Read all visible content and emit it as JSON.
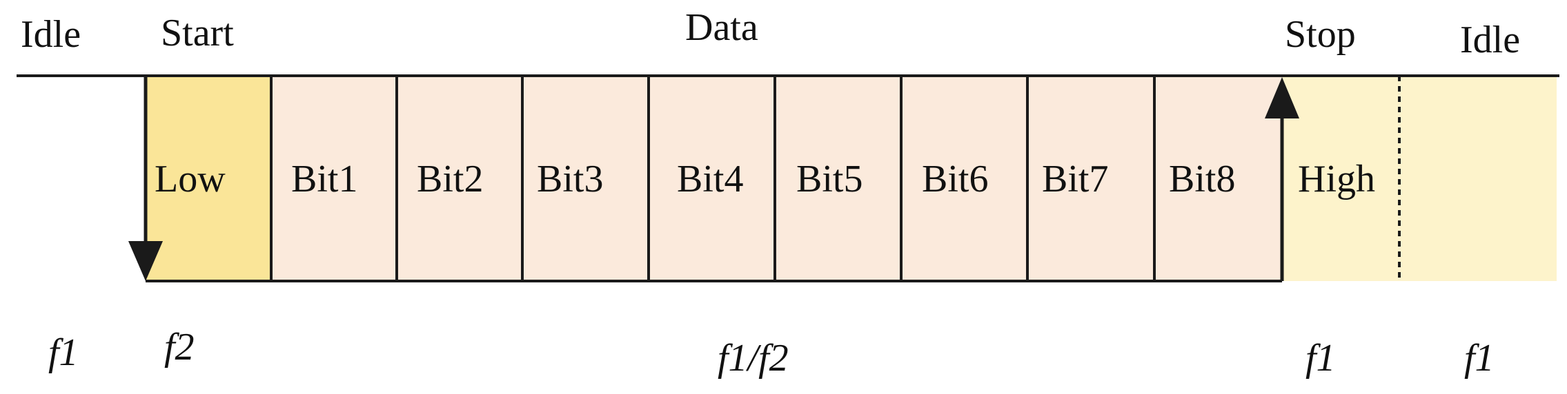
{
  "colors": {
    "start_fill": "#FAE598",
    "data_fill": "#FBEADC",
    "stop_fill": "#FDF3CB",
    "idle_fill": "#FDF3CB",
    "line": "#1a1a1a"
  },
  "headers": {
    "idle_left": "Idle",
    "start": "Start",
    "data": "Data",
    "stop": "Stop",
    "idle_right": "Idle"
  },
  "cells": {
    "start": "Low",
    "bits": [
      "Bit1",
      "Bit2",
      "Bit3",
      "Bit4",
      "Bit5",
      "Bit6",
      "Bit7",
      "Bit8"
    ],
    "stop": "High"
  },
  "frequencies": {
    "idle_left": "f1",
    "start": "f2",
    "data": "f1/f2",
    "stop": "f1",
    "idle_right": "f1"
  }
}
